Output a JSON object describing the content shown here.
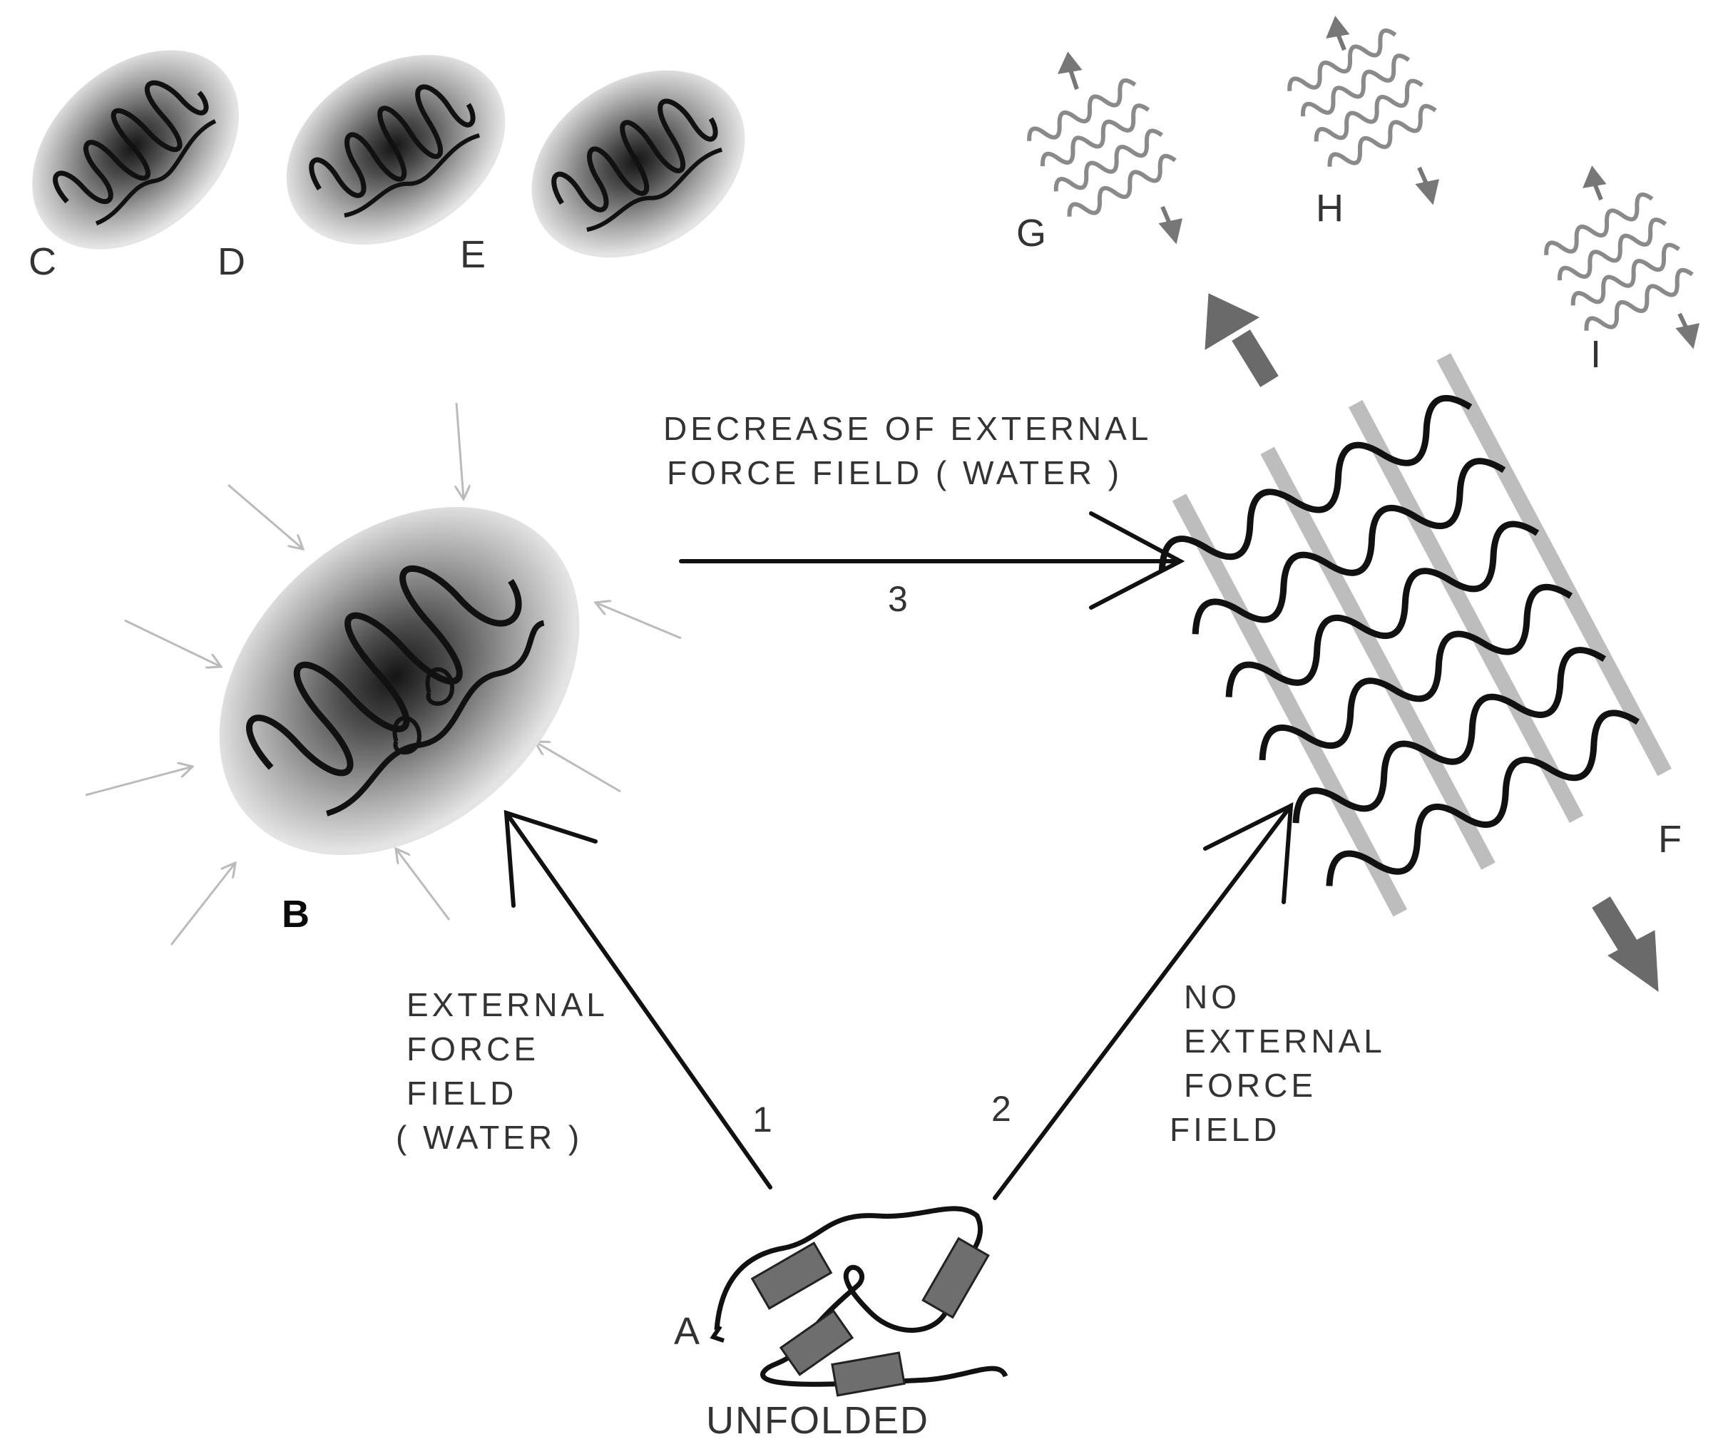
{
  "labels": {
    "A": "A",
    "B": "B",
    "C": "C",
    "D": "D",
    "E": "E",
    "F": "F",
    "G": "G",
    "H": "H",
    "I": "I"
  },
  "path1": {
    "number": "1",
    "text_lines": [
      "EXTERNAL",
      "FORCE",
      "FIELD",
      "( WATER )"
    ]
  },
  "path2": {
    "number": "2",
    "text_lines": [
      "NO",
      "EXTERNAL",
      "FORCE",
      "FIELD"
    ]
  },
  "path3": {
    "number": "3",
    "text_lines": [
      "DECREASE OF EXTERNAL",
      "FORCE FIELD ( WATER )"
    ]
  },
  "unfolded_label": "UNFOLDED",
  "colors": {
    "ink": "#111111",
    "text": "#333333",
    "helix_block": "#6e6e6e",
    "fibril_band": "#bdbdbd",
    "thick_arrow": "#6a6a6a",
    "pressure_arrow": "#bbbbbb"
  }
}
